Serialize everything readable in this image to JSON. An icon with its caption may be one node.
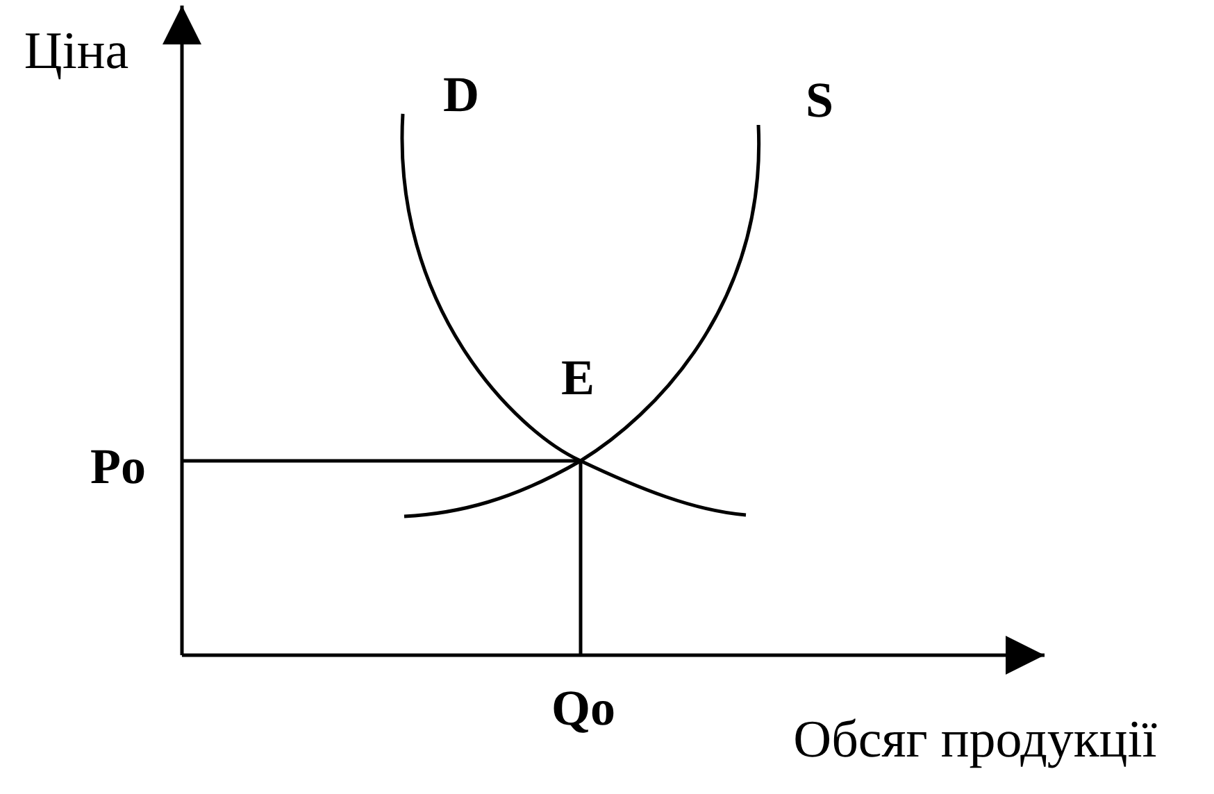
{
  "diagram": {
    "labels": [
      "Ціна",
      "D",
      "S",
      "E",
      "Po",
      "Qo",
      "Обсяг продукції"
    ]
  }
}
